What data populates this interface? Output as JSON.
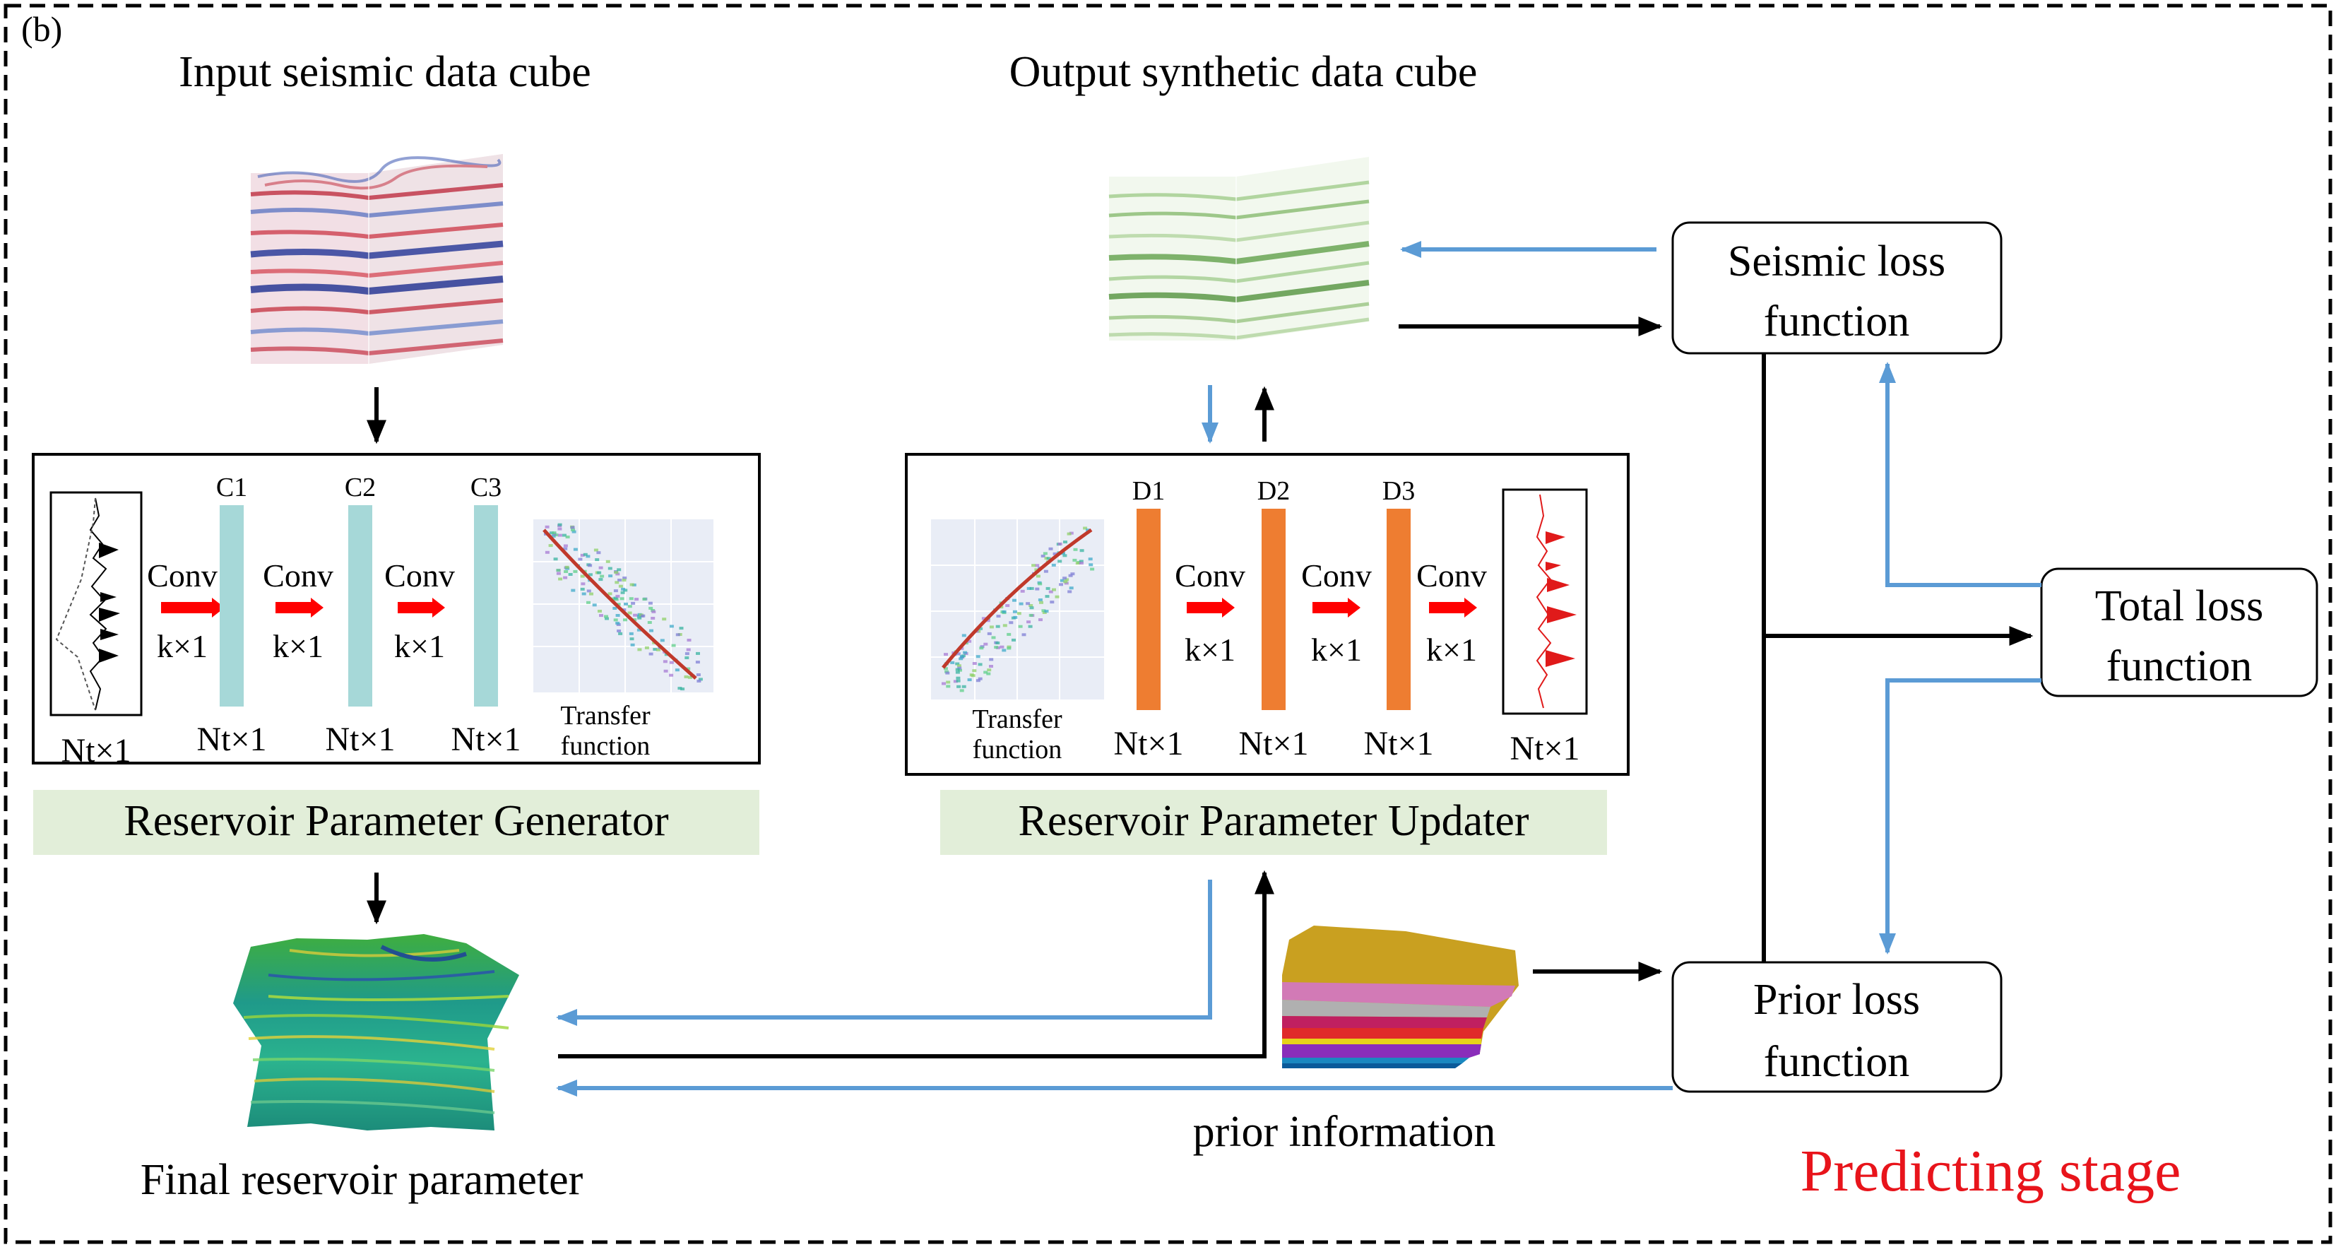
{
  "figure": {
    "panel_label": "(b)",
    "stage_label": "Predicting stage",
    "colors": {
      "arrow_black": "#000000",
      "arrow_blue": "#5b9bd5",
      "conv_arrow_red": "#ff0000",
      "stage_text_red": "#e8141b",
      "generator_layer_teal": "#a6d8d8",
      "updater_layer_orange": "#ee7d31",
      "caption_band_green": "#e2eed9"
    }
  },
  "input_cube": {
    "title": "Input seismic data cube"
  },
  "output_cube": {
    "title": "Output synthetic data cube"
  },
  "generator": {
    "caption": "Reservoir Parameter Generator",
    "input_label": "Nt×1",
    "layers": [
      {
        "name": "C1",
        "size": "Nt×1"
      },
      {
        "name": "C2",
        "size": "Nt×1"
      },
      {
        "name": "C3",
        "size": "Nt×1"
      }
    ],
    "conv_ops": [
      {
        "op": "Conv",
        "kernel": "k×1"
      },
      {
        "op": "Conv",
        "kernel": "k×1"
      },
      {
        "op": "Conv",
        "kernel": "k×1"
      }
    ],
    "transfer_label_line1": "Transfer",
    "transfer_label_line2": "function"
  },
  "updater": {
    "caption": "Reservoir Parameter Updater",
    "transfer_label_line1": "Transfer",
    "transfer_label_line2": "function",
    "layers": [
      {
        "name": "D1",
        "size": "Nt×1"
      },
      {
        "name": "D2",
        "size": "Nt×1"
      },
      {
        "name": "D3",
        "size": "Nt×1"
      }
    ],
    "conv_ops": [
      {
        "op": "Conv",
        "kernel": "k×1"
      },
      {
        "op": "Conv",
        "kernel": "k×1"
      },
      {
        "op": "Conv",
        "kernel": "k×1"
      }
    ],
    "output_label": "Nt×1"
  },
  "losses": {
    "seismic": {
      "line1": "Seismic loss",
      "line2": "function"
    },
    "total": {
      "line1": "Total loss",
      "line2": "function"
    },
    "prior": {
      "line1": "Prior loss",
      "line2": "function"
    }
  },
  "final_parameter": {
    "label": "Final reservoir parameter"
  },
  "prior_info": {
    "label": "prior information"
  }
}
